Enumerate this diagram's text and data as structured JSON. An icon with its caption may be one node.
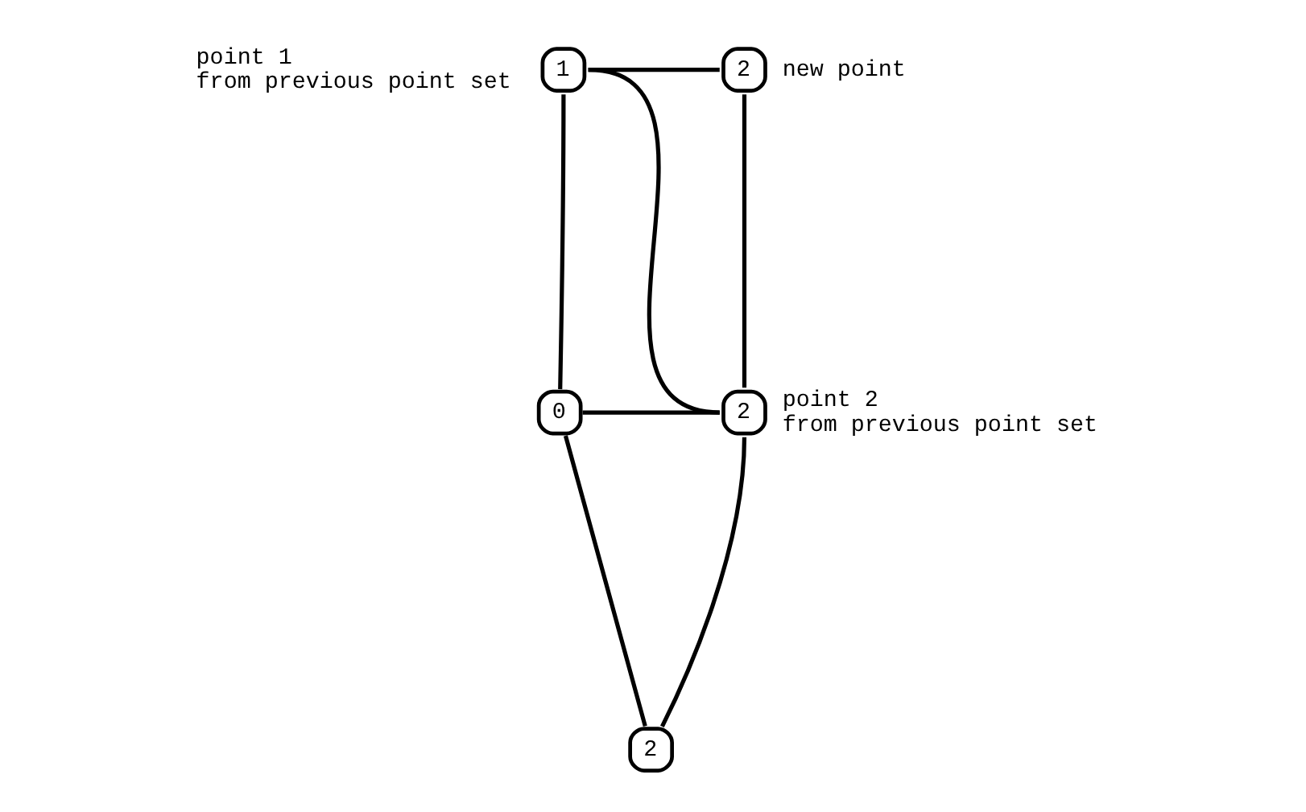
{
  "diagram": {
    "nodes": [
      {
        "text": [
          "1"
        ],
        "beside": [
          "point 1 from previous point set"
        ]
      },
      {
        "text": [
          "2"
        ],
        "beside": [
          "new point"
        ]
      },
      {
        "text": [
          "0"
        ]
      },
      {
        "text": [
          "2"
        ],
        "beside": [
          "point 2 from previous point set"
        ]
      },
      {
        "text": [
          "2"
        ]
      }
    ],
    "edges": [
      {
        "from": 0,
        "to": 1,
        "arrow": "none"
      },
      {
        "from": 0,
        "to": 2,
        "arrow": "none"
      },
      {
        "from": 0,
        "to": 3,
        "arrow": "none"
      },
      {
        "from": 1,
        "to": 3,
        "arrow": "none"
      },
      {
        "from": 2,
        "to": 3,
        "arrow": "none"
      },
      {
        "from": 2,
        "to": 4,
        "arrow": "none"
      },
      {
        "from": 3,
        "to": 4,
        "arrow": "none"
      }
    ]
  }
}
